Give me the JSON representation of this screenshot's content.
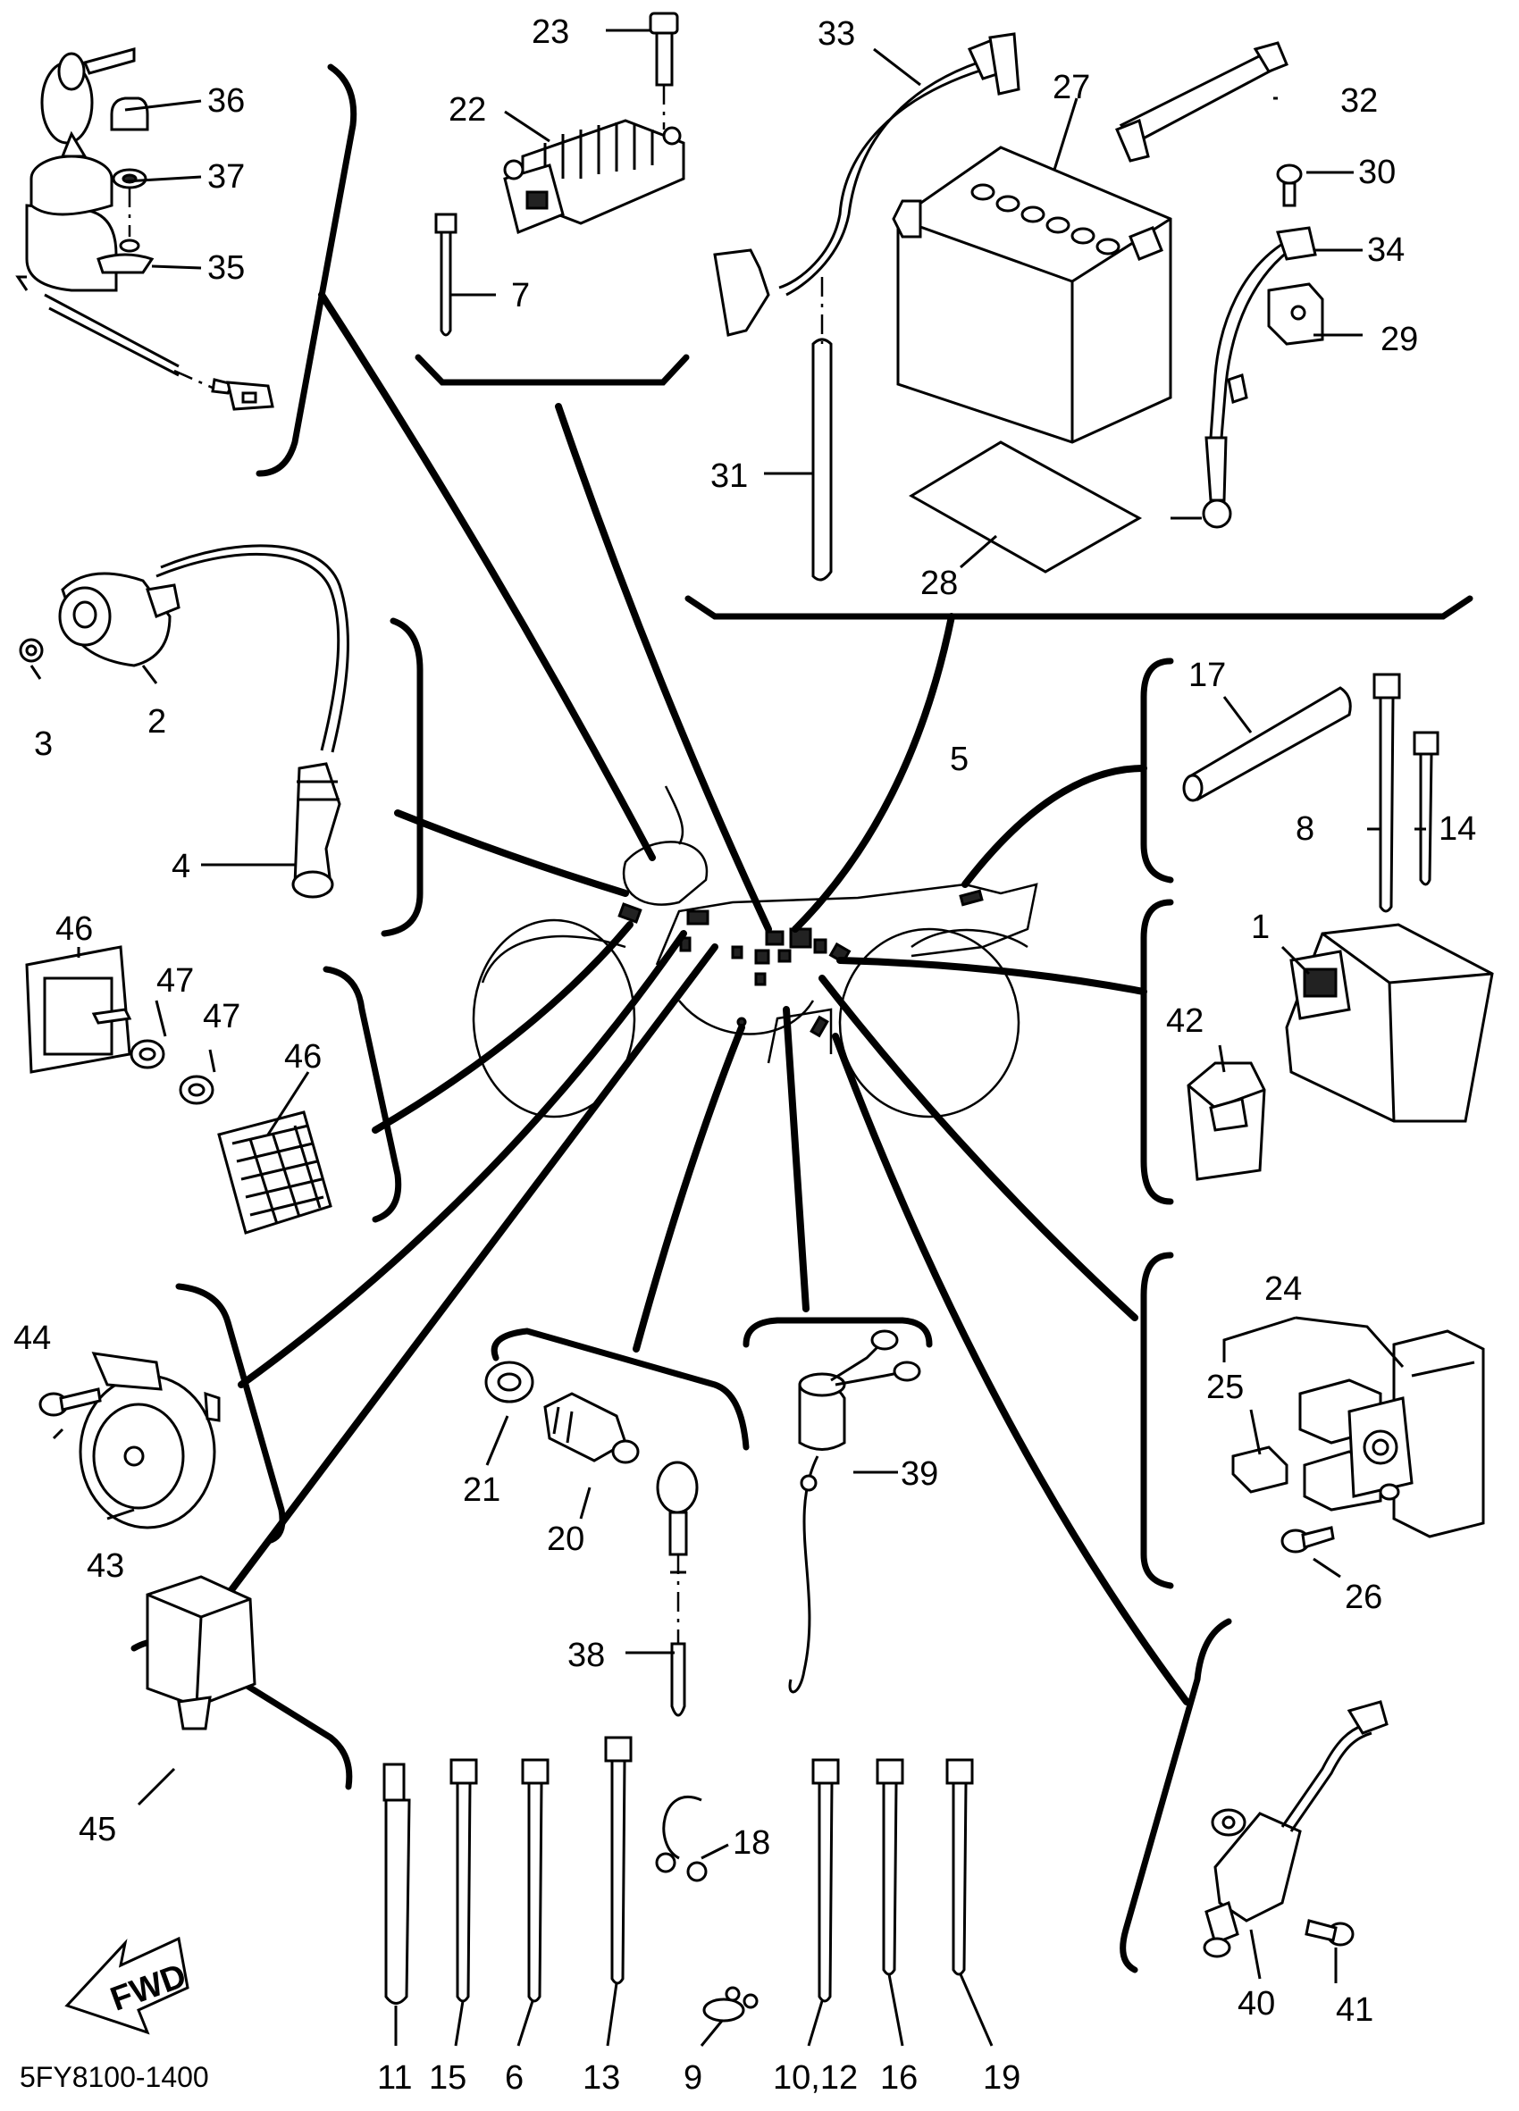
{
  "diagram_code": "5FY8100-1400",
  "fwd_label": "FWD",
  "labels": {
    "p1": "1",
    "p2": "2",
    "p3": "3",
    "p4": "4",
    "p5": "5",
    "p6": "6",
    "p7": "7",
    "p8": "8",
    "p9": "9",
    "p10_12": "10,12",
    "p11": "11",
    "p13": "13",
    "p14": "14",
    "p15": "15",
    "p16": "16",
    "p17": "17",
    "p18": "18",
    "p19": "19",
    "p20": "20",
    "p21": "21",
    "p22": "22",
    "p23": "23",
    "p24": "24",
    "p25": "25",
    "p26": "26",
    "p27": "27",
    "p28": "28",
    "p29": "29",
    "p30": "30",
    "p31": "31",
    "p32": "32",
    "p33": "33",
    "p34": "34",
    "p35": "35",
    "p36": "36",
    "p37": "37",
    "p38": "38",
    "p39": "39",
    "p40": "40",
    "p41": "41",
    "p42": "42",
    "p43": "43",
    "p44": "44",
    "p45": "45",
    "p46a": "46",
    "p46b": "46",
    "p47a": "47",
    "p47b": "47"
  }
}
